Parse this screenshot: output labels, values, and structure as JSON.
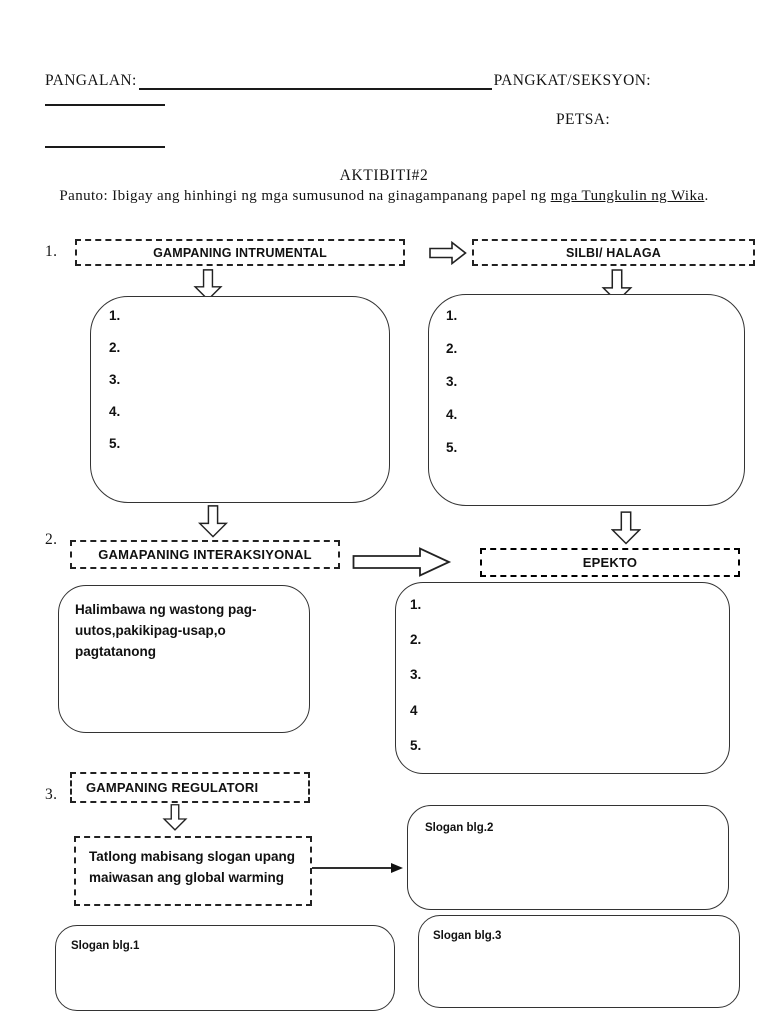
{
  "header": {
    "name_label": "PANGALAN:",
    "group_label": "PANGKAT/SEKSYON:",
    "date_label": "PETSA:"
  },
  "title": "AKTIBITI#2",
  "instructions": {
    "prefix": "Panuto: Ibigay ang hinhingi ng mga sumusunod  na ginagampanang papel ng ",
    "underlined": "mga Tungkulin ng Wika",
    "suffix": "."
  },
  "s1": {
    "number": "1.",
    "left_title": "GAMPANING INTRUMENTAL",
    "right_title": "SILBI/ HALAGA",
    "left_items": [
      "1.",
      "2.",
      "3.",
      "4.",
      "5."
    ],
    "right_items": [
      "1.",
      "2.",
      "3.",
      "4.",
      "5."
    ]
  },
  "s2": {
    "number": "2.",
    "left_title": "GAMAPANING INTERAKSIYONAL",
    "right_title": "EPEKTO",
    "note_line1": "Halimbawa ng wastong pag-",
    "note_line2": "uutos,pakikipag-usap,o pagtatanong",
    "right_items": [
      "1.",
      "2.",
      "3.",
      "4",
      "5."
    ]
  },
  "s3": {
    "number": "3.",
    "title": "GAMPANING REGULATORI",
    "prompt_line1": "Tatlong mabisang slogan upang",
    "prompt_line2": "maiwasan ang global warming",
    "slogan1_label": "Slogan blg.1",
    "slogan2_label": "Slogan blg.2",
    "slogan3_label": "Slogan blg.3"
  },
  "colors": {
    "ink": "#1a1a1a",
    "box_border": "#333333",
    "paper": "#ffffff"
  }
}
